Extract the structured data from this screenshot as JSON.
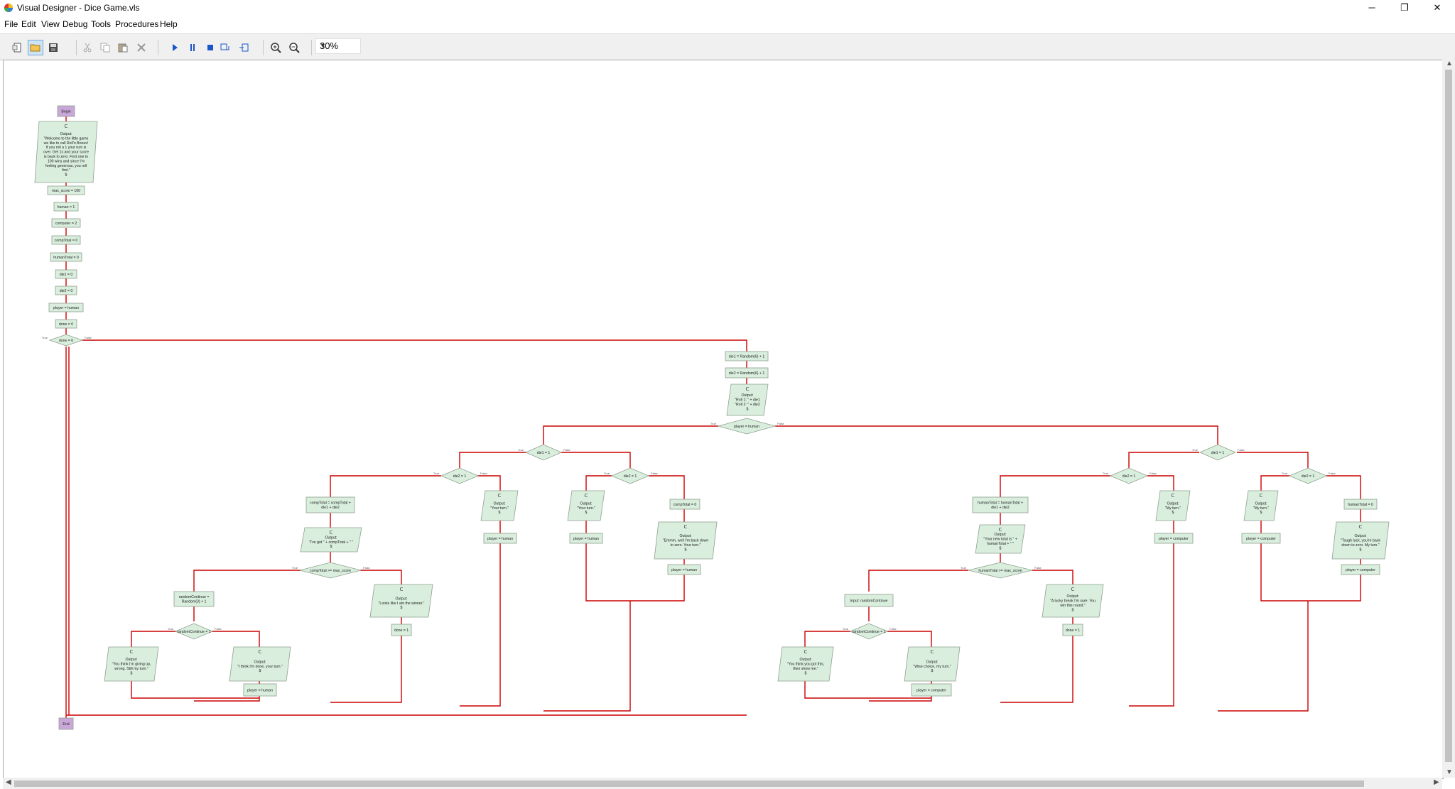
{
  "window": {
    "title": "Visual Designer - Dice Game.vls",
    "minimize": "─",
    "restore": "❐",
    "close": "✕"
  },
  "menu": {
    "items": [
      "File",
      "Edit",
      "View",
      "Debug",
      "Tools",
      "Procedures",
      "Help"
    ]
  },
  "toolbar": {
    "zoom_value": "30%",
    "icons": [
      "new-file-icon",
      "open-folder-icon",
      "save-icon",
      "cut-icon",
      "copy-icon",
      "paste-icon",
      "delete-icon",
      "run-icon",
      "pause-icon",
      "stop-icon",
      "step-into-icon",
      "step-over-icon",
      "zoom-in-icon",
      "zoom-out-icon"
    ]
  },
  "colors": {
    "accent_line": "#cc0000",
    "node_fill": "#d9eedd",
    "terminal_fill": "#c9a8d9"
  },
  "flowchart": {
    "begin": "Begin",
    "end": "End",
    "intro_output": [
      "Output:",
      "\"Welcome to the little game",
      "we like to call Roll'n Bones!",
      "If you roll a 1 your turn is",
      "over. Get 1s and your score",
      "is back to zero. First one to",
      "100 wins and since I'm",
      "feeling generous, you roll",
      "first.\"",
      "$"
    ],
    "init": [
      "max_score = 100",
      "human = 1",
      "computer = 2",
      "compTotal = 0",
      "humanTotal = 0",
      "die1 = 0",
      "die2 = 0",
      "player = human",
      "done = 0"
    ],
    "main_loop": "done = 0",
    "roll1": "die1 = Random(6) + 1",
    "roll2": "die2 = Random(6) + 1",
    "roll_output": [
      "Output:",
      "\"Roll 1: \" + die1",
      "\"Roll 2: \" + die2",
      "$"
    ],
    "player_check": "player = human",
    "die1_check": "die1 = 1",
    "die2_check": "die2 = 1",
    "comp_total_add": [
      "compTotal = compTotal +",
      "die1 + die2"
    ],
    "comp_got_output": [
      "Output:",
      "\"I've got \" + compTotal + \" \"",
      "$"
    ],
    "comp_max_check": "compTotal >= max_score",
    "random_continue": [
      "randomContinue =",
      "Random(3) + 1"
    ],
    "random_continue_check": "randomContinue = 1",
    "comp_push_output": [
      "Output:",
      "\"You think I'm giving up,",
      "wrong. Still my turn.\"",
      "$"
    ],
    "comp_done_output": [
      "Output:",
      "\"I think I'm done, your turn.\"",
      "$"
    ],
    "set_player_human": "player = human",
    "comp_win_output": [
      "Output:",
      "\"Looks like I am the winner.\"",
      "$"
    ],
    "set_done": "done = 1",
    "your_turn_output": [
      "Output:",
      "\"Your turn.\"",
      "$"
    ],
    "comp_total_zero": "compTotal = 0",
    "comp_zero_output": [
      "Output:",
      "\"Emmm, well I'm back down",
      "to zero. Your turn.\"",
      "$"
    ],
    "human_total_add": [
      "humanTotal = humanTotal +",
      "die1 + die2"
    ],
    "human_total_output": [
      "Output:",
      "\"Your new total is \" +",
      "humanTotal + \" \"",
      "$"
    ],
    "human_max_check": "humanTotal >= max_score",
    "input_continue": "Input: randomContinue",
    "human_win_output": [
      "Output:",
      "\"A lucky break I'm sure. You",
      "win this round.\"",
      "$"
    ],
    "human_push_output": [
      "Output:",
      "\"You think you got this,",
      "then show me.\"",
      "$"
    ],
    "human_stop_output": [
      "Output:",
      "\"Wise choice, my turn.\"",
      "$"
    ],
    "set_player_computer": "player = computer",
    "my_turn_output": [
      "Output:",
      "\"My turn.\"",
      "$"
    ],
    "human_total_zero": "humanTotal = 0",
    "human_zero_output": [
      "Output:",
      "\"Tough luck, you're back",
      "down to zero. My turn.\"",
      "$"
    ],
    "branch_true": "True",
    "branch_false": "False"
  }
}
